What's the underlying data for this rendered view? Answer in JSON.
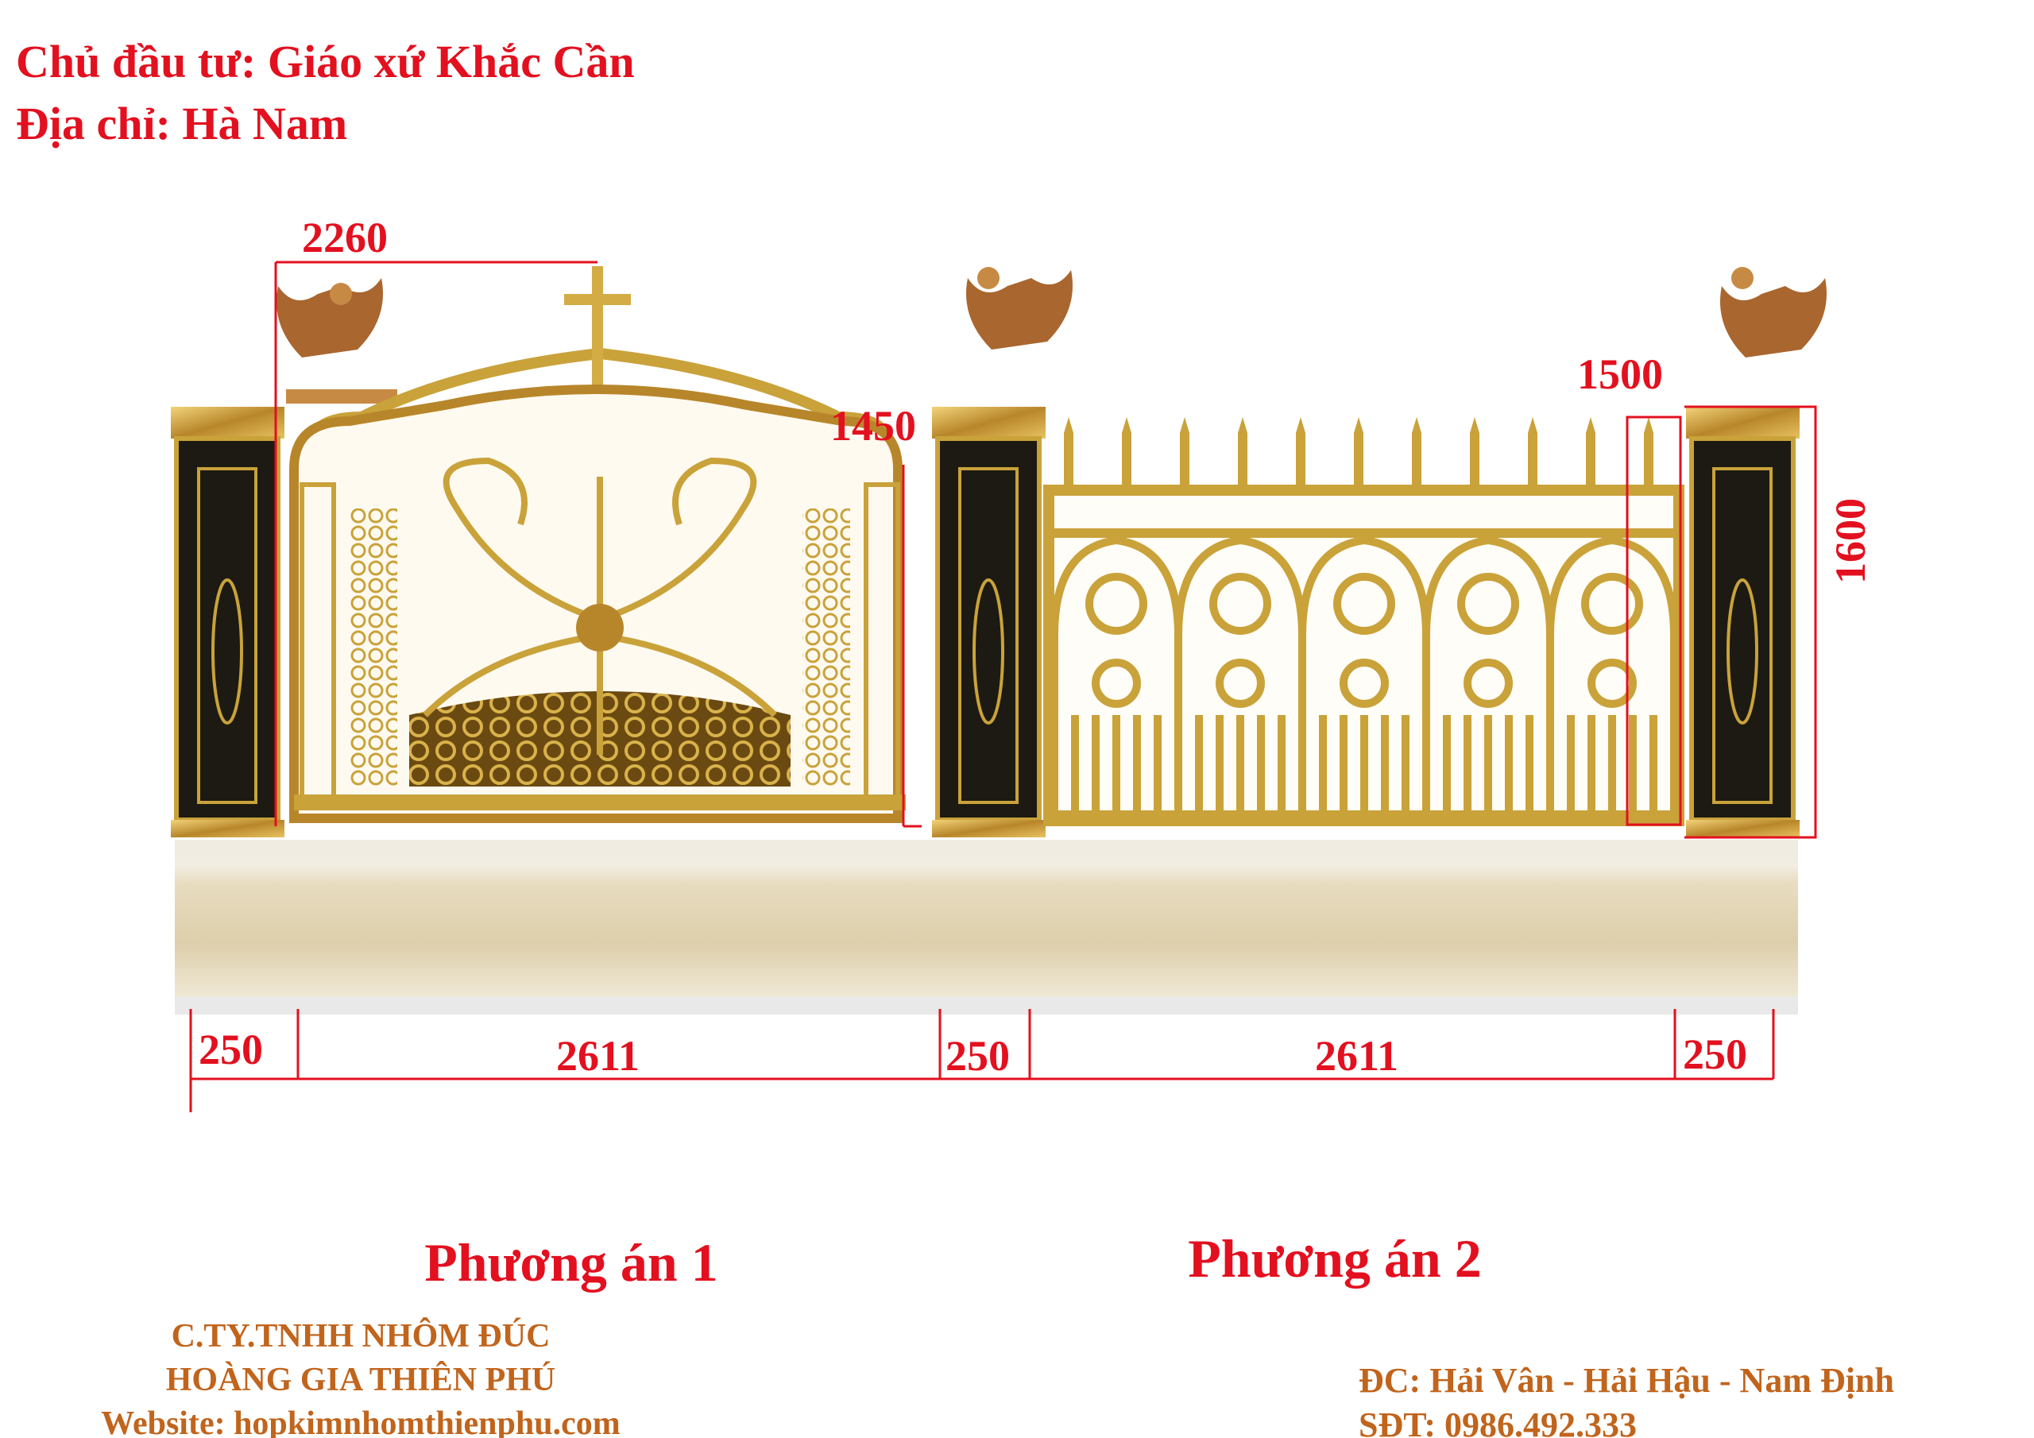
{
  "header": {
    "owner": "Chủ đầu tư: Giáo xứ Khắc Cần",
    "address": "Địa chỉ: Hà Nam"
  },
  "dimensions": {
    "gate_width": "2260",
    "gate_height": "1450",
    "fence_height": "1500",
    "total_height": "1600",
    "bottom": [
      "250",
      "2611",
      "250",
      "2611",
      "250"
    ]
  },
  "options": {
    "option1": "Phương án 1",
    "option2": "Phương án 2"
  },
  "company": {
    "line1": "C.TY.TNHH NHÔM ĐÚC",
    "line2": "HOÀNG GIA THIÊN PHÚ",
    "website": "Website: hopkimnhomthienphu.com",
    "address": "ĐC: Hải Vân - Hải Hậu - Nam Định",
    "phone": "SĐT: 0986.492.333"
  },
  "colors": {
    "red": "#e3101f",
    "brand": "#c1641c",
    "gold": "#c9a23a",
    "pillar": "#1c1a12"
  }
}
